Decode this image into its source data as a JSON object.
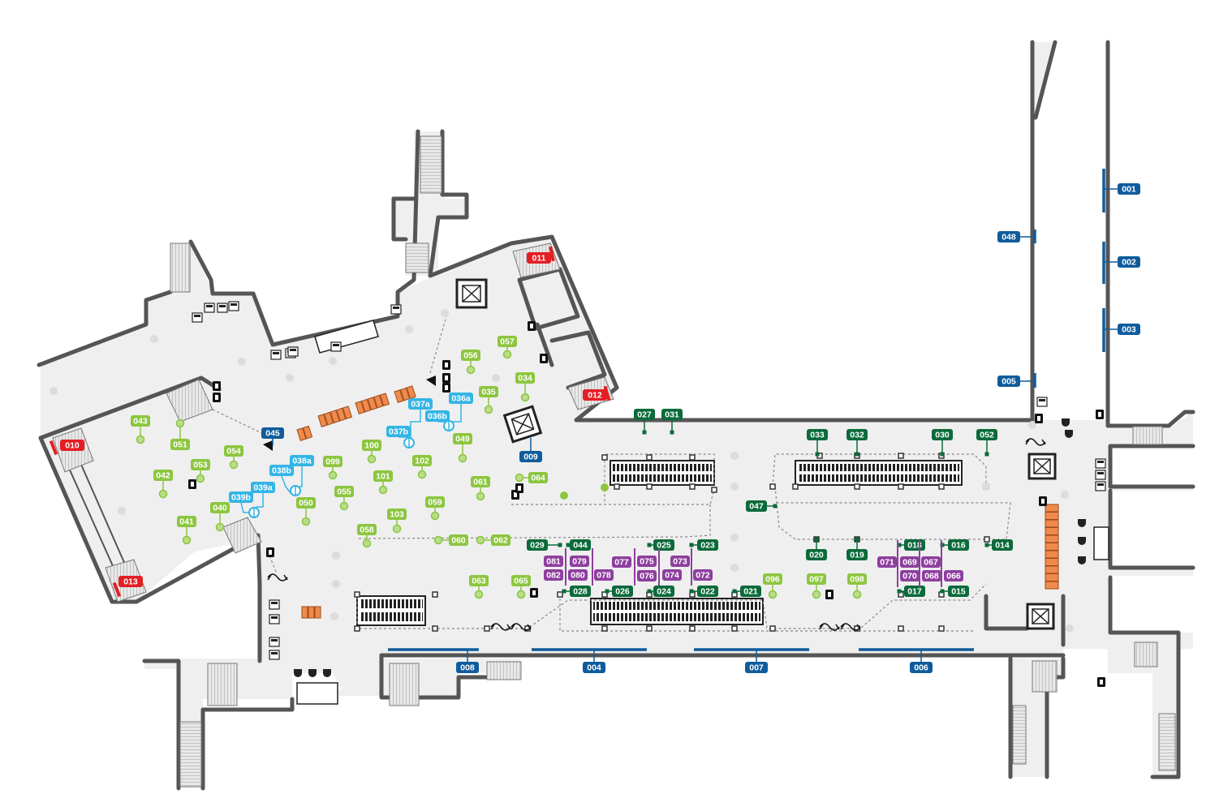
{
  "colors": {
    "wall": "#555555",
    "floor": "#efefef",
    "blue": "#0f5c9c",
    "dark_green": "#0b6b3a",
    "light_green": "#8cc63f",
    "cyan": "#33b5e5",
    "purple": "#8e3f9e",
    "red": "#e31e24",
    "orange": "#f08a4b"
  },
  "labels": {
    "blue": [
      {
        "id": "001"
      },
      {
        "id": "002"
      },
      {
        "id": "003"
      },
      {
        "id": "048"
      },
      {
        "id": "005"
      },
      {
        "id": "045"
      },
      {
        "id": "009"
      },
      {
        "id": "008"
      },
      {
        "id": "004"
      },
      {
        "id": "007"
      },
      {
        "id": "006"
      }
    ],
    "red": [
      {
        "id": "010"
      },
      {
        "id": "011"
      },
      {
        "id": "012"
      },
      {
        "id": "013"
      }
    ],
    "dark_green": [
      {
        "id": "027"
      },
      {
        "id": "031"
      },
      {
        "id": "033"
      },
      {
        "id": "032"
      },
      {
        "id": "030"
      },
      {
        "id": "052"
      },
      {
        "id": "047"
      },
      {
        "id": "029"
      },
      {
        "id": "044"
      },
      {
        "id": "025"
      },
      {
        "id": "023"
      },
      {
        "id": "020"
      },
      {
        "id": "019"
      },
      {
        "id": "018"
      },
      {
        "id": "016"
      },
      {
        "id": "014"
      },
      {
        "id": "028"
      },
      {
        "id": "026"
      },
      {
        "id": "024"
      },
      {
        "id": "022"
      },
      {
        "id": "021"
      },
      {
        "id": "017"
      },
      {
        "id": "015"
      }
    ],
    "light_green": [
      {
        "id": "057"
      },
      {
        "id": "056"
      },
      {
        "id": "034"
      },
      {
        "id": "035"
      },
      {
        "id": "043"
      },
      {
        "id": "051"
      },
      {
        "id": "054"
      },
      {
        "id": "053"
      },
      {
        "id": "042"
      },
      {
        "id": "041"
      },
      {
        "id": "040"
      },
      {
        "id": "099"
      },
      {
        "id": "100"
      },
      {
        "id": "101"
      },
      {
        "id": "102"
      },
      {
        "id": "055"
      },
      {
        "id": "050"
      },
      {
        "id": "049"
      },
      {
        "id": "061"
      },
      {
        "id": "064"
      },
      {
        "id": "059"
      },
      {
        "id": "103"
      },
      {
        "id": "058"
      },
      {
        "id": "060"
      },
      {
        "id": "062"
      },
      {
        "id": "063"
      },
      {
        "id": "065"
      },
      {
        "id": "096"
      },
      {
        "id": "097"
      },
      {
        "id": "098"
      }
    ],
    "cyan": [
      {
        "id": "037a"
      },
      {
        "id": "036a"
      },
      {
        "id": "037b"
      },
      {
        "id": "036b"
      },
      {
        "id": "038a"
      },
      {
        "id": "038b"
      },
      {
        "id": "039a"
      },
      {
        "id": "039b"
      }
    ],
    "purple": [
      {
        "id": "081"
      },
      {
        "id": "079"
      },
      {
        "id": "077"
      },
      {
        "id": "075"
      },
      {
        "id": "073"
      },
      {
        "id": "082"
      },
      {
        "id": "080"
      },
      {
        "id": "078"
      },
      {
        "id": "076"
      },
      {
        "id": "074"
      },
      {
        "id": "072"
      },
      {
        "id": "071"
      },
      {
        "id": "069"
      },
      {
        "id": "067"
      },
      {
        "id": "070"
      },
      {
        "id": "068"
      },
      {
        "id": "066"
      }
    ]
  },
  "icons": [
    "stairs-icon",
    "escalator-icon",
    "elevator-icon",
    "telephone-icon",
    "ticket-machine-icon",
    "info-point-icon",
    "turnstile-icon",
    "camera-icon",
    "seating-icon"
  ]
}
